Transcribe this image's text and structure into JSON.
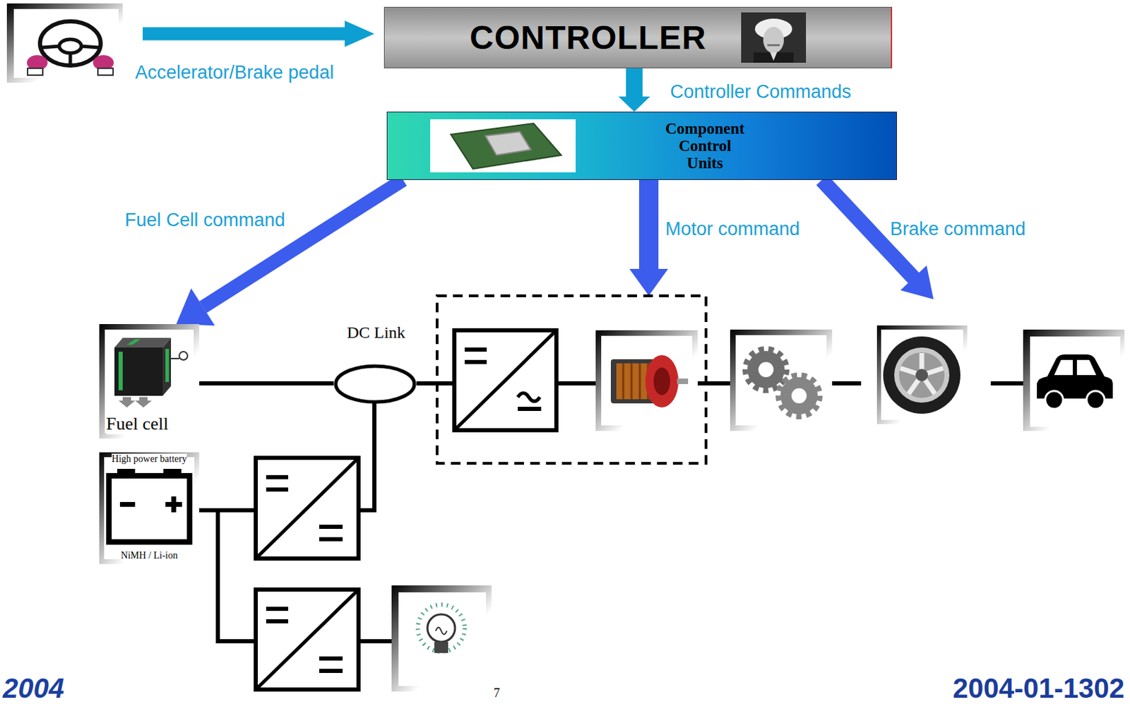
{
  "diagram": {
    "nodes": [
      {
        "text": [
          "CONTROLLER"
        ]
      },
      {
        "text": [
          "Component Control Units"
        ]
      },
      {
        "text": [
          "Fuel cell"
        ]
      },
      {
        "text": [
          "DC Link"
        ]
      },
      {
        "text": [
          "High power battery",
          "NiMH / Li-ion"
        ]
      }
    ],
    "edges": [
      {
        "from": 0,
        "to": 1,
        "label": "Controller Commands",
        "arrow": "to"
      },
      {
        "from": 1,
        "to": 2,
        "label": "Fuel Cell command",
        "arrow": "to"
      },
      {
        "from": 2,
        "to": 3,
        "arrow": "none"
      }
    ],
    "labels": [
      "Accelerator/Brake pedal",
      "Motor command",
      "Brake command",
      "7",
      "2004",
      "2004-01-1302"
    ]
  }
}
